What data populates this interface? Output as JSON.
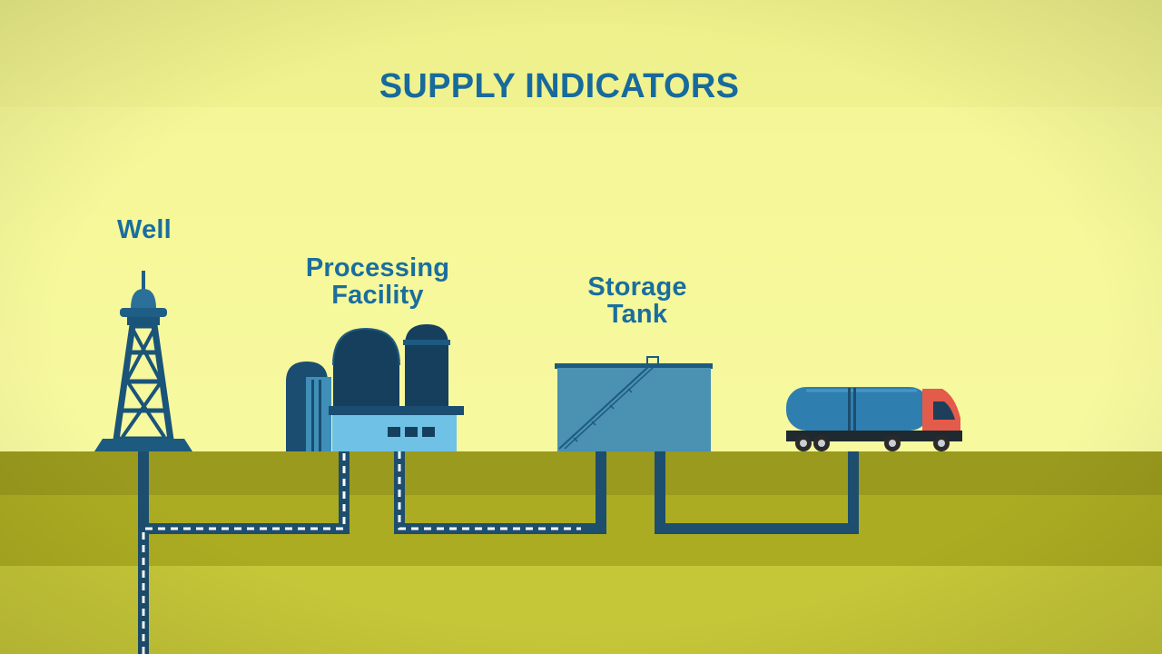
{
  "title": "SUPPLY INDICATORS",
  "labels": {
    "well": "Well",
    "processing_line1": "Processing",
    "processing_line2": "Facility",
    "storage_line1": "Storage",
    "storage_line2": "Tank"
  },
  "colors": {
    "sky_top": "#f1f38f",
    "sky_band": "#f7f9a0",
    "ground_top": "#9a9a1e",
    "ground_mid": "#acac22",
    "ground_bottom": "#c7c838",
    "pipe": "#1d4e6e",
    "structure_dark": "#163f5e",
    "structure_mid": "#1f6690",
    "structure_light": "#3f8fb8",
    "label_text": "#1a6e9e",
    "truck_cab": "#e35b4a"
  },
  "icons": [
    "oil-well-derrick-icon",
    "processing-facility-icon",
    "storage-tank-icon",
    "tanker-truck-icon"
  ]
}
